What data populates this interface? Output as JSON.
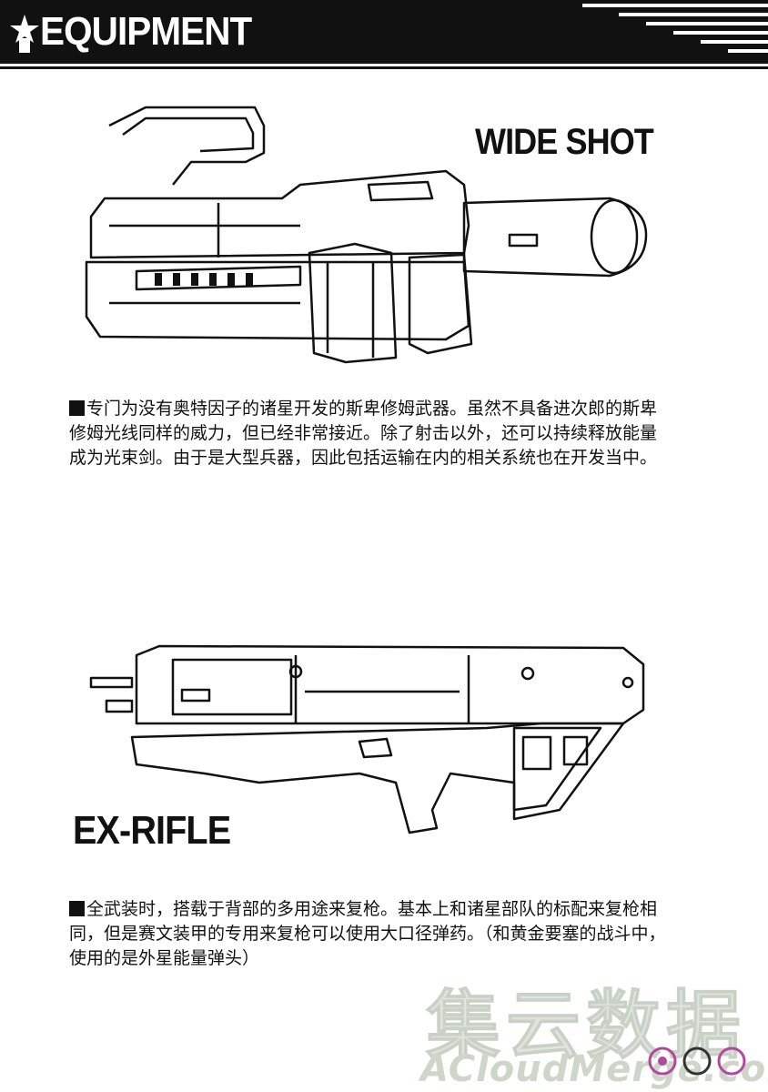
{
  "header": {
    "title": "EQUIPMENT",
    "background": "#111111",
    "icon": "star-icon"
  },
  "sections": [
    {
      "title": "WIDE SHOT",
      "description": "专门为没有奥特因子的诸星开发的斯卑修姆武器。虽然不具备进次郎的斯卑修姆光线同样的威力，但已经非常接近。除了射击以外，还可以持续释放能量成为光束剑。由于是大型兵器，因此包括运输在内的相关系统也在开发当中。"
    },
    {
      "title": "EX-RIFLE",
      "description": "全武装时，搭载于背部的多用途来复枪。基本上和诸星部队的标配来复枪相同，但是赛文装甲的专用来复枪可以使用大口径弹药。（和黄金要塞的战斗中，使用的是外星能量弹头）"
    }
  ],
  "watermark": {
    "text": "集云数据",
    "subtext": "ACloudMerge.com",
    "color": "#dfe4dc"
  }
}
